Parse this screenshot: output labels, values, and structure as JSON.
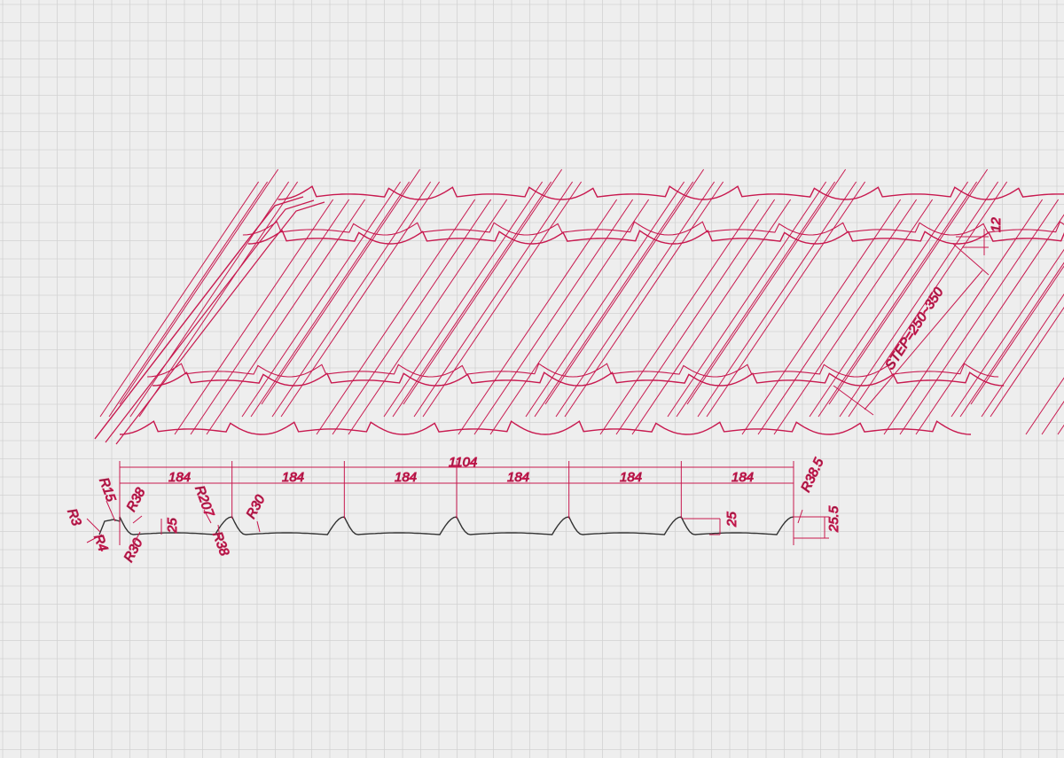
{
  "colors": {
    "background": "#eeeeee",
    "grid_major": "#d2d2d2",
    "grid_minor": "#e2e2e2",
    "sheet": "#c8194f",
    "dimension": "#c8194f",
    "profile": "#333333",
    "text": "#2a2a2a"
  },
  "sheet_drawing": {
    "wave_count": 6,
    "step_label": "STEP=250~350",
    "step_height_label": "12"
  },
  "profile_drawing": {
    "total_width_label": "1104",
    "segment_labels": [
      "184",
      "184",
      "184",
      "184",
      "184",
      "184"
    ],
    "height_labels": [
      "25",
      "25",
      "25.5"
    ],
    "radius_labels": [
      "R3",
      "R4",
      "R15",
      "R38",
      "R30",
      "R207",
      "R38",
      "R30",
      "R38.5"
    ]
  }
}
